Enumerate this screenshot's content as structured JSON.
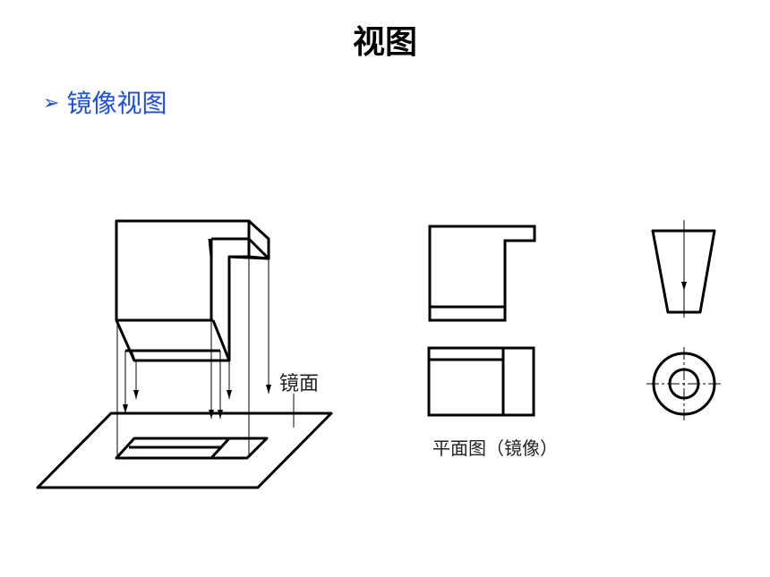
{
  "title": "视图",
  "section": {
    "bullet_icon": "arrow-right-icon",
    "bullet": "➢",
    "label": "镜像视图"
  },
  "labels": {
    "mirror_plane": "镜面",
    "plan_caption": "平面图（镜像）"
  },
  "colors": {
    "section_text": "#1d4fd8",
    "line": "#000000"
  }
}
